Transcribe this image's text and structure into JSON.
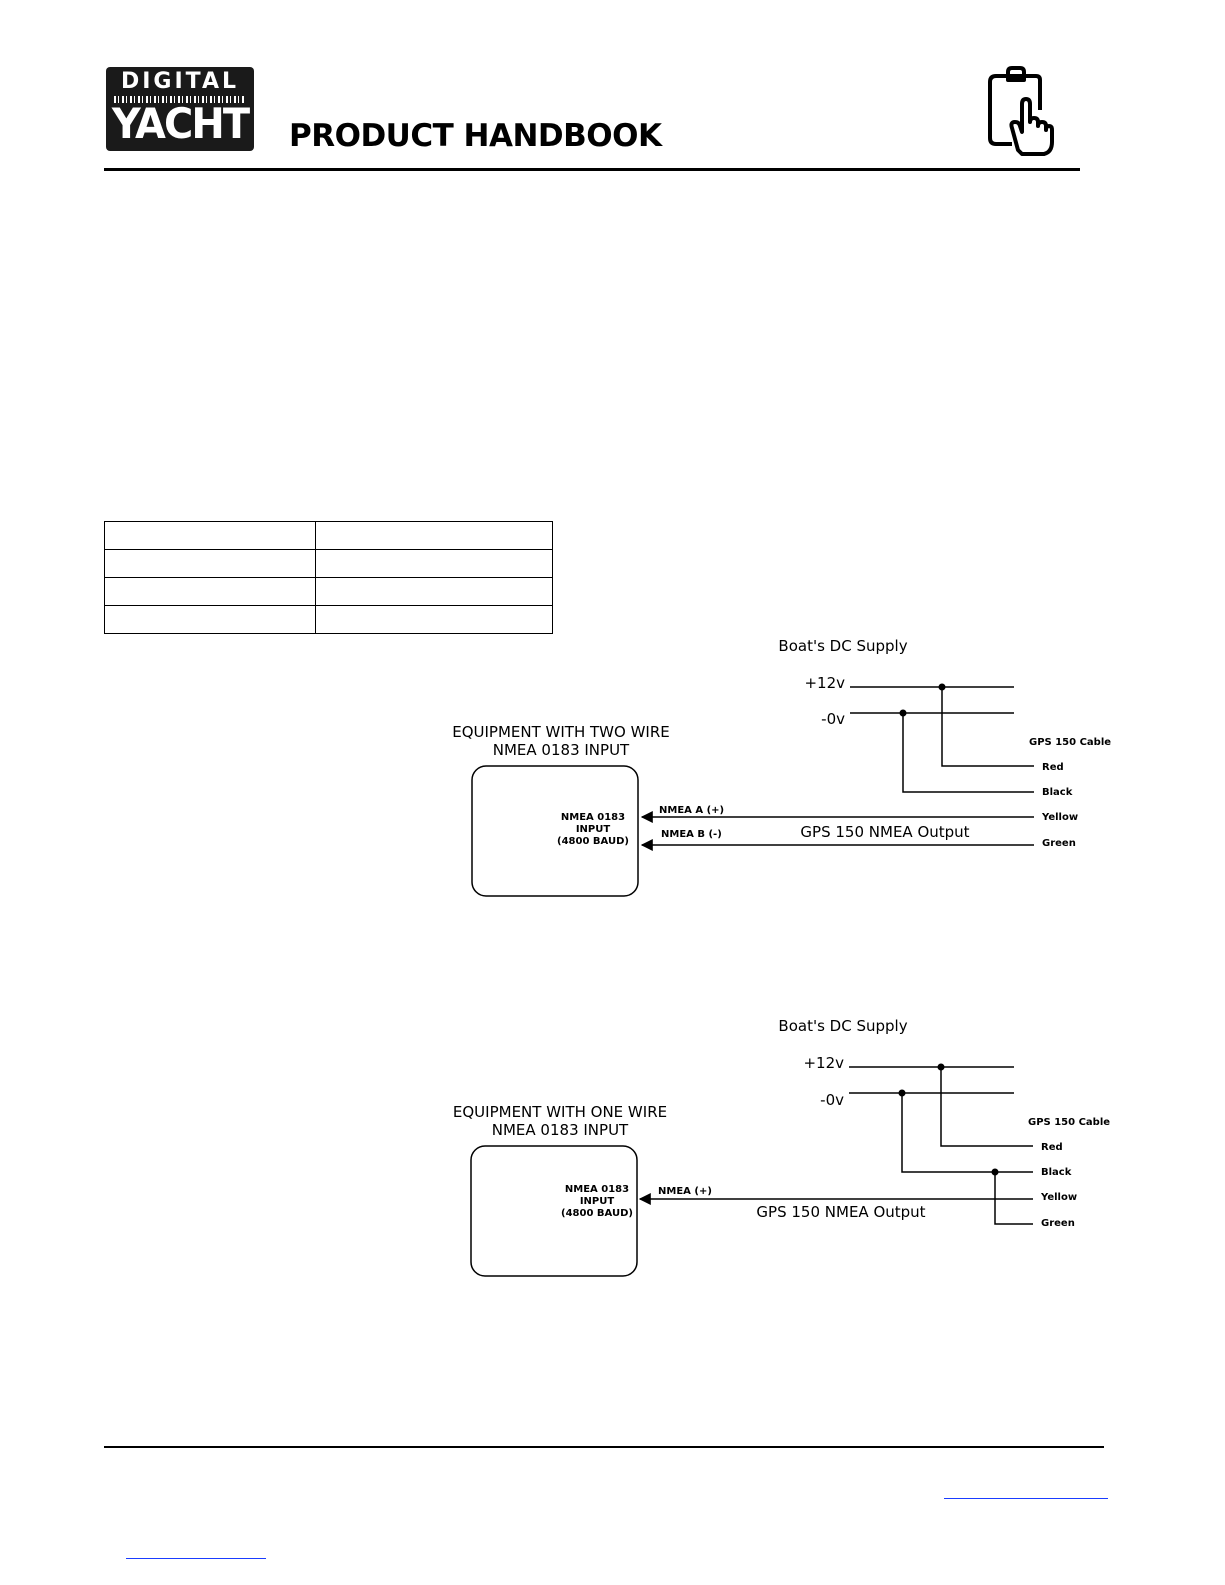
{
  "header": {
    "logo_line1": "DIGITAL",
    "logo_line2": "YACHT",
    "title": "PRODUCT HANDBOOK",
    "icon": "clipboard-touch-icon"
  },
  "table": {
    "rows": [
      [
        "",
        ""
      ],
      [
        "",
        ""
      ],
      [
        "",
        ""
      ],
      [
        "",
        ""
      ]
    ]
  },
  "diagram_two_wire": {
    "equipment_title_line1": "EQUIPMENT WITH TWO WIRE",
    "equipment_title_line2": "NMEA 0183 INPUT",
    "input_line1": "NMEA 0183",
    "input_line2": "INPUT",
    "input_line3": "(4800 BAUD)",
    "supply_title": "Boat's DC Supply",
    "plus_label": "+12v",
    "minus_label": "-0v",
    "cable_title": "GPS 150 Cable",
    "wire_red": "Red",
    "wire_black": "Black",
    "wire_yellow": "Yellow",
    "wire_green": "Green",
    "signal_a": "NMEA A (+)",
    "signal_b": "NMEA B (-)",
    "output_label": "GPS 150 NMEA Output"
  },
  "diagram_one_wire": {
    "equipment_title_line1": "EQUIPMENT WITH ONE WIRE",
    "equipment_title_line2": "NMEA 0183 INPUT",
    "input_line1": "NMEA 0183",
    "input_line2": "INPUT",
    "input_line3": "(4800 BAUD)",
    "supply_title": "Boat's DC Supply",
    "plus_label": "+12v",
    "minus_label": "-0v",
    "cable_title": "GPS 150 Cable",
    "wire_red": "Red",
    "wire_black": "Black",
    "wire_yellow": "Yellow",
    "wire_green": "Green",
    "signal_a": "NMEA (+)",
    "output_label": "GPS 150 NMEA Output"
  }
}
